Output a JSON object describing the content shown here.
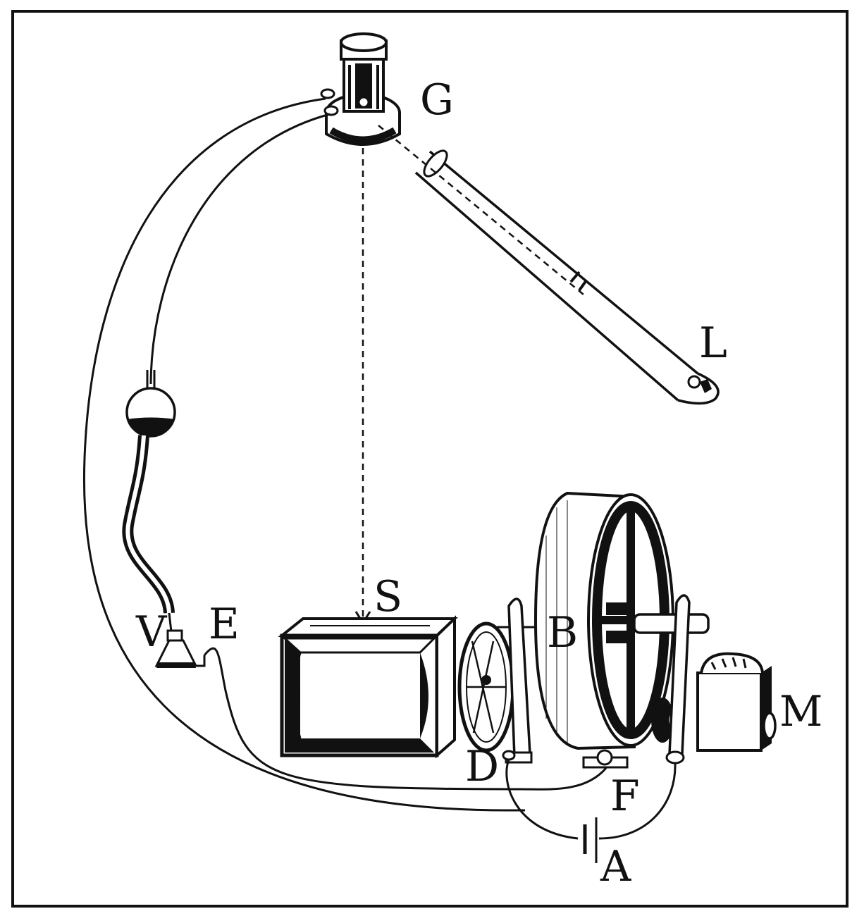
{
  "labels": {
    "g": "G",
    "l": "L",
    "s": "S",
    "v": "V",
    "e": "E",
    "b": "B",
    "m": "M",
    "d": "D",
    "f": "F",
    "a": "A"
  }
}
